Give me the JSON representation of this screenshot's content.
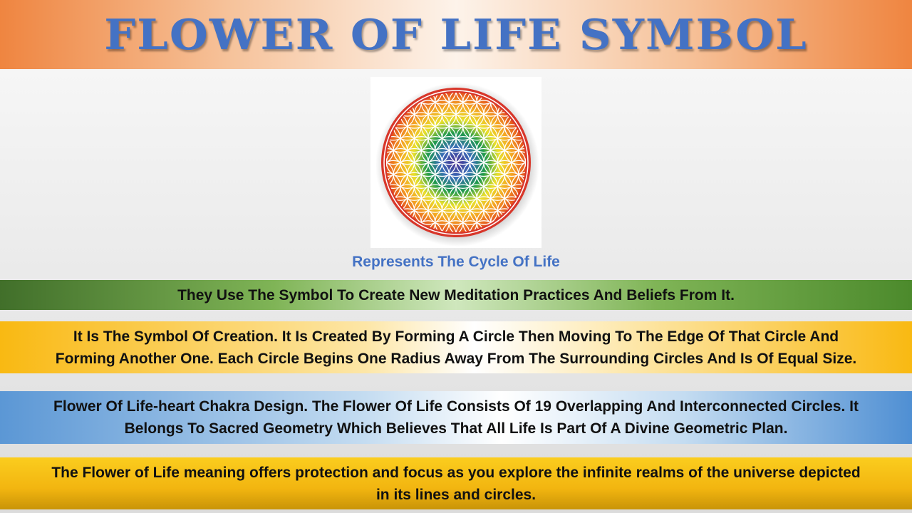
{
  "title": "FLOWER OF LIFE SYMBOL",
  "image": {
    "icon": "flower-of-life-icon"
  },
  "caption": "Represents The Cycle Of Life",
  "bands": [
    {
      "text": "They Use The Symbol To Create New Meditation Practices And Beliefs From It."
    },
    {
      "line1": "It Is The Symbol Of Creation. It Is Created By Forming A Circle Then Moving To The Edge Of That Circle And",
      "line2": "Forming Another One. Each Circle Begins One Radius Away From The Surrounding Circles And Is Of Equal Size."
    },
    {
      "line1": "Flower Of Life-heart Chakra Design. The Flower Of Life Consists Of 19 Overlapping And Interconnected Circles. It",
      "line2": "Belongs To Sacred Geometry Which Believes That All Life Is Part Of A Divine Geometric Plan."
    },
    {
      "line1": "The Flower of Life meaning offers protection and focus as you explore the infinite realms of the universe depicted",
      "line2": "in its lines and circles."
    }
  ]
}
